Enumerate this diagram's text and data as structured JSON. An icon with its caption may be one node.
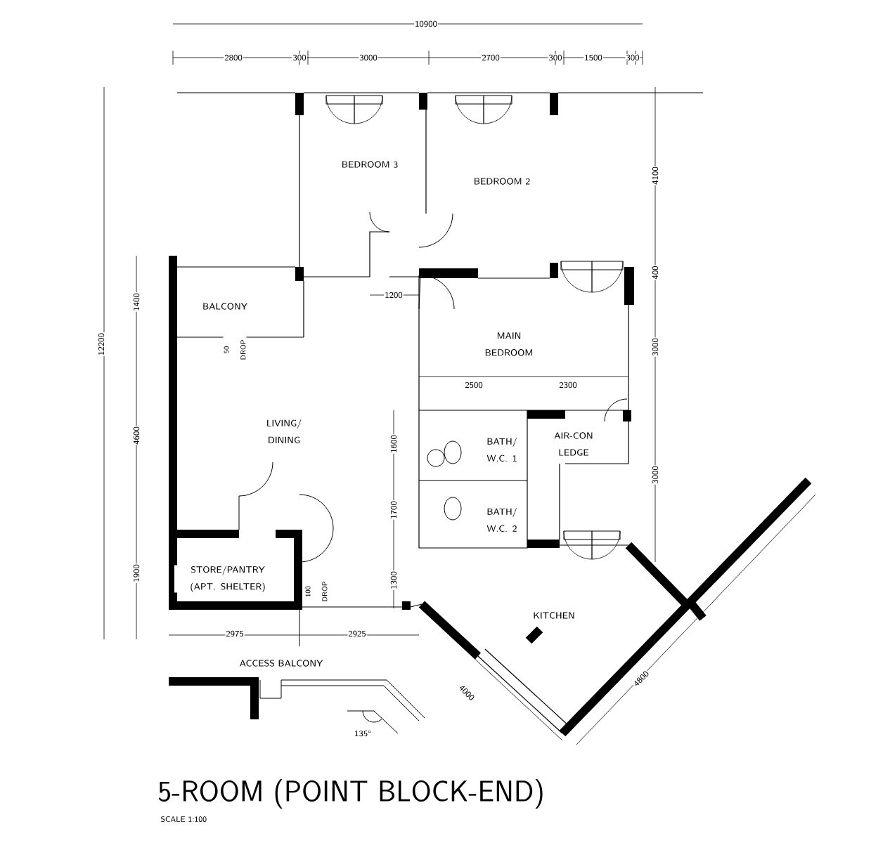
{
  "diagram": {
    "title": "5-ROOM (POINT BLOCK-END)",
    "caption": "SCALE 1:100",
    "labels": [
      "10900",
      "2800",
      "300",
      "3000",
      "2700",
      "300",
      "1500",
      "300",
      "BEDROOM 3",
      "BEDROOM 2",
      "4100",
      "400",
      "12200",
      "1400",
      "BALCONY",
      "50 DROP",
      "1200",
      "MAIN BEDROOM",
      "3000",
      "2500",
      "2300",
      "LIVING/ DINING",
      "1600",
      "BATH/ W.C. 1",
      "AIR-CON LEDGE",
      "3000",
      "4600",
      "1700",
      "BATH/ W.C. 2",
      "STORE/PANTRY (APT. SHELTER)",
      "1900",
      "1300",
      "100 DROP",
      "2975",
      "2925",
      "KITCHEN",
      "ACCESS BALCONY",
      "4000",
      "4800",
      "135°"
    ]
  }
}
